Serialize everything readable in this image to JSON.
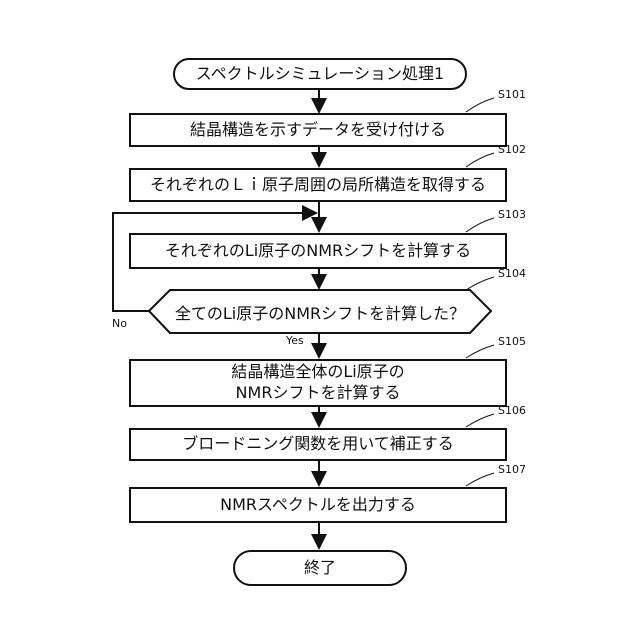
{
  "start": "スペクトルシミュレーション処理1",
  "steps": {
    "s101": {
      "id": "S101",
      "text": "結晶構造を示すデータを受け付ける"
    },
    "s102": {
      "id": "S102",
      "text": "それぞれのＬｉ原子周囲の局所構造を取得する"
    },
    "s103": {
      "id": "S103",
      "text": "それぞれのLi原子のNMRシフトを計算する"
    },
    "s104": {
      "id": "S104",
      "text": "全てのLi原子のNMRシフトを計算した？"
    },
    "s105": {
      "id": "S105",
      "line1": "結晶構造全体のLi原子の",
      "line2": "NMRシフトを計算する"
    },
    "s106": {
      "id": "S106",
      "text": "ブロードニング関数を用いて補正する"
    },
    "s107": {
      "id": "S107",
      "text": "NMRスペクトルを出力する"
    }
  },
  "branch": {
    "yes": "Yes",
    "no": "No"
  },
  "end": "終了"
}
